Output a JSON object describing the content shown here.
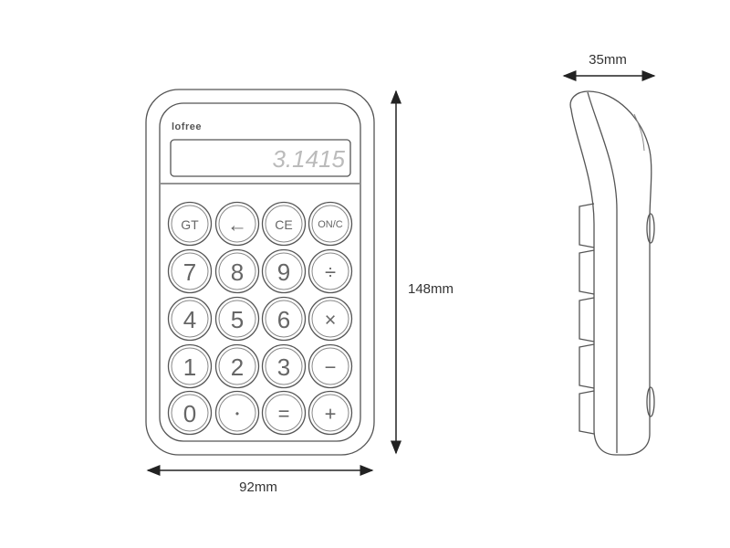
{
  "brand": "Lofree",
  "display_value": "3.1415",
  "dimensions": {
    "width": "92mm",
    "height": "148mm",
    "depth": "35mm"
  },
  "keys": [
    [
      "GT",
      "←",
      "CE",
      "ON/C"
    ],
    [
      "7",
      "8",
      "9",
      "÷"
    ],
    [
      "4",
      "5",
      "6",
      "×"
    ],
    [
      "1",
      "2",
      "3",
      "−"
    ],
    [
      "0",
      "•",
      "=",
      "+"
    ]
  ]
}
